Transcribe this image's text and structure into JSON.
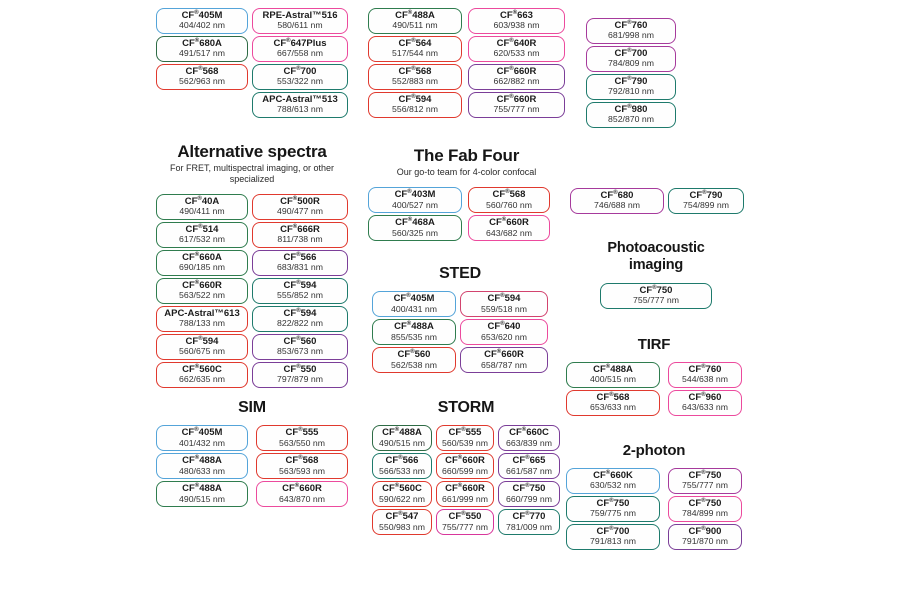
{
  "palette": {
    "blue": "#54a4d9",
    "green": "#2f7c4e",
    "dkgreen": "#2e6b45",
    "teal": "#1e7a6c",
    "red": "#e0392e",
    "pink": "#ec4a9d",
    "crimson": "#d2436e",
    "deeppink": "#d8369b",
    "purple": "#7b3e98",
    "magenta": "#a63a9c"
  },
  "panels": [
    {
      "id": "top-left-group",
      "columns": [
        {
          "boxes": [
            {
              "name": "CF®405M",
              "value": "404/402 nm",
              "color": "blue"
            },
            {
              "name": "CF®680A",
              "value": "491/517 nm",
              "color": "dkgreen"
            },
            {
              "name": "CF®568",
              "value": "562/963 nm",
              "color": "red"
            }
          ]
        },
        {
          "boxes": [
            {
              "name": "RPE-Astral™516",
              "value": "580/611 nm",
              "color": "pink"
            },
            {
              "name": "CF®647Plus",
              "value": "667/558 nm",
              "color": "pink"
            },
            {
              "name": "CF®700",
              "value": "553/322 nm",
              "color": "teal"
            },
            {
              "name": "APC-Astral™513",
              "value": "788/613 nm",
              "color": "teal"
            }
          ]
        }
      ]
    },
    {
      "id": "top-middle-group",
      "columns": [
        {
          "boxes": [
            {
              "name": "CF®488A",
              "value": "490/511 nm",
              "color": "green"
            },
            {
              "name": "CF®564",
              "value": "517/544 nm",
              "color": "red"
            },
            {
              "name": "CF®568",
              "value": "552/883 nm",
              "color": "red"
            },
            {
              "name": "CF®594",
              "value": "556/812 nm",
              "color": "red"
            }
          ]
        },
        {
          "boxes": [
            {
              "name": "CF®663",
              "value": "603/938 nm",
              "color": "pink"
            },
            {
              "name": "CF®640R",
              "value": "620/533 nm",
              "color": "pink"
            },
            {
              "name": "CF®660R",
              "value": "662/882 nm",
              "color": "purple"
            },
            {
              "name": "CF®660R",
              "value": "755/777 nm",
              "color": "purple"
            }
          ]
        }
      ]
    },
    {
      "id": "top-right-group",
      "columns": [
        {
          "boxes": [
            {
              "name": "CF®760",
              "value": "681/998 nm",
              "color": "magenta"
            },
            {
              "name": "CF®700",
              "value": "784/809 nm",
              "color": "magenta"
            },
            {
              "name": "CF®790",
              "value": "792/810 nm",
              "color": "teal"
            },
            {
              "name": "CF®980",
              "value": "852/870 nm",
              "color": "teal"
            }
          ]
        }
      ]
    },
    {
      "id": "alternative-spectra",
      "title": "Alternative spectra",
      "subtitle": "For FRET, multispectral imaging, or other specialized",
      "columns": [
        {
          "boxes": [
            {
              "name": "CF®40A",
              "value": "490/411 nm",
              "color": "green"
            },
            {
              "name": "CF®514",
              "value": "617/532 nm",
              "color": "green"
            },
            {
              "name": "CF®660A",
              "value": "690/185 nm",
              "color": "green"
            },
            {
              "name": "CF®660R",
              "value": "563/522 nm",
              "color": "green"
            },
            {
              "name": "APC-Astral™613",
              "value": "788/133 nm",
              "color": "red"
            },
            {
              "name": "CF®594",
              "value": "560/675 nm",
              "color": "red"
            },
            {
              "name": "CF®560C",
              "value": "662/635 nm",
              "color": "red"
            }
          ]
        },
        {
          "boxes": [
            {
              "name": "CF®500R",
              "value": "490/477 nm",
              "color": "red"
            },
            {
              "name": "CF®666R",
              "value": "811/738 nm",
              "color": "red"
            },
            {
              "name": "CF®566",
              "value": "683/831 nm",
              "color": "purple"
            },
            {
              "name": "CF®594",
              "value": "555/852 nm",
              "color": "teal"
            },
            {
              "name": "CF®594",
              "value": "822/822 nm",
              "color": "teal"
            },
            {
              "name": "CF®560",
              "value": "853/673 nm",
              "color": "purple"
            },
            {
              "name": "CF®550",
              "value": "797/879 nm",
              "color": "purple"
            }
          ]
        }
      ]
    },
    {
      "id": "fab-four",
      "title": "The Fab Four",
      "subtitle": "Our go-to team for 4-color confocal",
      "columns": [
        {
          "boxes": [
            {
              "name": "CF®403M",
              "value": "400/527 nm",
              "color": "blue"
            },
            {
              "name": "CF®468A",
              "value": "560/325 nm",
              "color": "green"
            }
          ]
        },
        {
          "boxes": [
            {
              "name": "CF®568",
              "value": "560/760 nm",
              "color": "red"
            },
            {
              "name": "CF®660R",
              "value": "643/682 nm",
              "color": "pink"
            }
          ]
        }
      ]
    },
    {
      "id": "nir-pair",
      "columns": [
        {
          "boxes": [
            {
              "name": "CF®680",
              "value": "746/688 nm",
              "color": "magenta"
            }
          ]
        },
        {
          "boxes": [
            {
              "name": "CF®790",
              "value": "754/899 nm",
              "color": "teal"
            }
          ]
        }
      ]
    },
    {
      "id": "photoacoustic-imaging",
      "title": "Photoacoustic imaging",
      "columns": [
        {
          "boxes": [
            {
              "name": "CF®750",
              "value": "755/777 nm",
              "color": "teal"
            }
          ]
        }
      ]
    },
    {
      "id": "sted",
      "title": "STED",
      "columns": [
        {
          "boxes": [
            {
              "name": "CF®405M",
              "value": "400/431 nm",
              "color": "blue"
            },
            {
              "name": "CF®488A",
              "value": "855/535 nm",
              "color": "green"
            },
            {
              "name": "CF®560",
              "value": "562/538 nm",
              "color": "red"
            }
          ]
        },
        {
          "boxes": [
            {
              "name": "CF®594",
              "value": "559/518 nm",
              "color": "crimson"
            },
            {
              "name": "CF®640",
              "value": "653/620 nm",
              "color": "pink"
            },
            {
              "name": "CF®660R",
              "value": "658/787 nm",
              "color": "purple"
            }
          ]
        }
      ]
    },
    {
      "id": "tirf",
      "title": "TIRF",
      "columns": [
        {
          "boxes": [
            {
              "name": "CF®488A",
              "value": "400/515 nm",
              "color": "green"
            },
            {
              "name": "CF®568",
              "value": "653/633 nm",
              "color": "red"
            }
          ]
        },
        {
          "boxes": [
            {
              "name": "CF®760",
              "value": "544/638 nm",
              "color": "pink"
            },
            {
              "name": "CF®960",
              "value": "643/633 nm",
              "color": "pink"
            }
          ]
        }
      ]
    },
    {
      "id": "sim",
      "title": "SIM",
      "columns": [
        {
          "boxes": [
            {
              "name": "CF®405M",
              "value": "401/432 nm",
              "color": "blue"
            },
            {
              "name": "CF®488A",
              "value": "480/633 nm",
              "color": "blue"
            },
            {
              "name": "CF®488A",
              "value": "490/515 nm",
              "color": "green"
            }
          ]
        },
        {
          "boxes": [
            {
              "name": "CF®555",
              "value": "563/550 nm",
              "color": "red"
            },
            {
              "name": "CF®568",
              "value": "563/593 nm",
              "color": "red"
            },
            {
              "name": "CF®660R",
              "value": "643/870 nm",
              "color": "pink"
            }
          ]
        }
      ]
    },
    {
      "id": "storm",
      "title": "STORM",
      "columns": [
        {
          "boxes": [
            {
              "name": "CF®488A",
              "value": "490/515 nm",
              "color": "dkgreen"
            },
            {
              "name": "CF®566",
              "value": "566/533 nm",
              "color": "teal"
            },
            {
              "name": "CF®560C",
              "value": "590/622 nm",
              "color": "red"
            },
            {
              "name": "CF®547",
              "value": "550/983 nm",
              "color": "red"
            }
          ]
        },
        {
          "boxes": [
            {
              "name": "CF®555",
              "value": "560/539 nm",
              "color": "red"
            },
            {
              "name": "CF®660R",
              "value": "660/599 nm",
              "color": "red"
            },
            {
              "name": "CF®660R",
              "value": "661/999 nm",
              "color": "red"
            },
            {
              "name": "CF®550",
              "value": "755/777 nm",
              "color": "deeppink"
            }
          ]
        },
        {
          "boxes": [
            {
              "name": "CF®660C",
              "value": "663/839 nm",
              "color": "purple"
            },
            {
              "name": "CF®665",
              "value": "661/587 nm",
              "color": "purple"
            },
            {
              "name": "CF®750",
              "value": "660/799 nm",
              "color": "purple"
            },
            {
              "name": "CF®770",
              "value": "781/009 nm",
              "color": "teal"
            }
          ]
        }
      ]
    },
    {
      "id": "two-photon",
      "title": "2-photon",
      "columns": [
        {
          "boxes": [
            {
              "name": "CF®660K",
              "value": "630/532 nm",
              "color": "blue"
            },
            {
              "name": "CF®750",
              "value": "759/775 nm",
              "color": "teal"
            },
            {
              "name": "CF®700",
              "value": "791/813 nm",
              "color": "teal"
            }
          ]
        },
        {
          "boxes": [
            {
              "name": "CF®750",
              "value": "755/777 nm",
              "color": "magenta"
            },
            {
              "name": "CF®750",
              "value": "784/899 nm",
              "color": "pink"
            },
            {
              "name": "CF®900",
              "value": "791/870 nm",
              "color": "purple"
            }
          ]
        }
      ]
    }
  ]
}
